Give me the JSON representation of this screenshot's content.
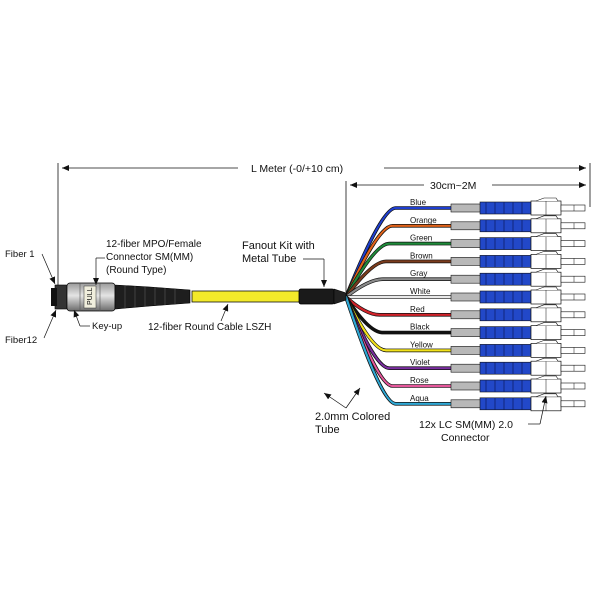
{
  "dimension": {
    "overall_length": "L  Meter (-0/+10 cm)",
    "fanout_length": "30cm~2M"
  },
  "labels": {
    "fiber_1": "Fiber 1",
    "fiber_12": "Fiber12",
    "mpo_connector": [
      "12-fiber MPO/Female",
      "Connector SM(MM)",
      "(Round Type)"
    ],
    "key_up": "Key-up",
    "pull_tab": "PULL",
    "round_cable": "12-fiber Round Cable LSZH",
    "fanout_kit": [
      "Fanout Kit with",
      "Metal Tube"
    ],
    "colored_tube": [
      "2.0mm Colored",
      "Tube"
    ],
    "lc_connector": [
      "12x LC SM(MM) 2.0",
      "Connector"
    ]
  },
  "fibers": [
    {
      "name": "Blue",
      "color": "#1f3fd0"
    },
    {
      "name": "Orange",
      "color": "#e2631a"
    },
    {
      "name": "Green",
      "color": "#1f8a3a"
    },
    {
      "name": "Brown",
      "color": "#7a3b1d"
    },
    {
      "name": "Gray",
      "color": "#8a8a8a"
    },
    {
      "name": "White",
      "color": "#e9e9e9"
    },
    {
      "name": "Red",
      "color": "#d2232a"
    },
    {
      "name": "Black",
      "color": "#111111"
    },
    {
      "name": "Yellow",
      "color": "#f2e21a"
    },
    {
      "name": "Violet",
      "color": "#7a2ea0"
    },
    {
      "name": "Rose",
      "color": "#e6579b"
    },
    {
      "name": "Aqua",
      "color": "#2fa9d6"
    }
  ],
  "colors": {
    "cable": "#f3ea2a",
    "lc_body": "#2248c8",
    "boot": "#b8b8b8",
    "line": "#111111"
  }
}
